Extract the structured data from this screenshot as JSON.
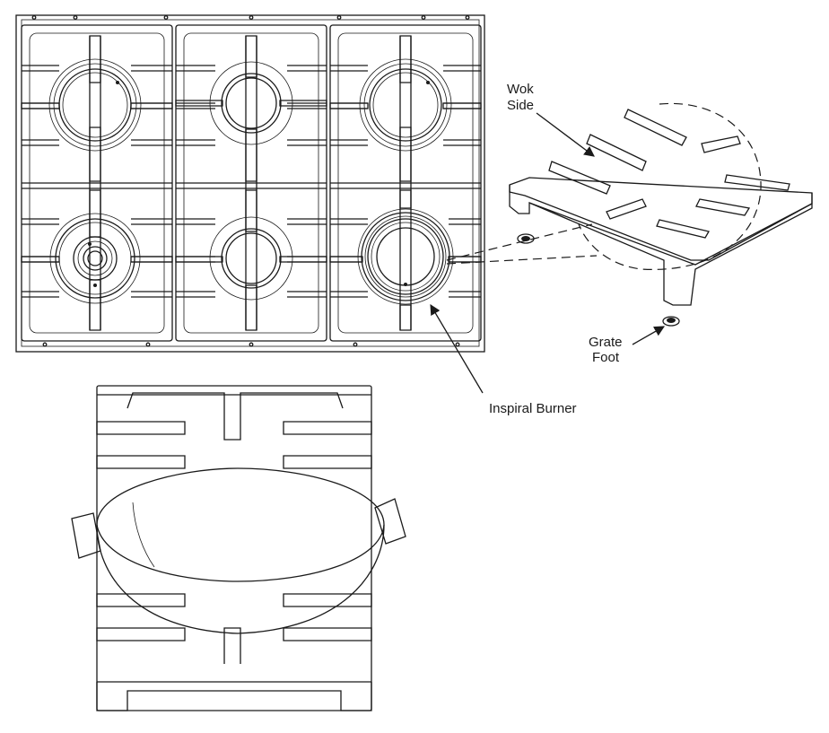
{
  "labels": {
    "wok_side_line1": "Wok",
    "wok_side_line2": "Side",
    "grate_foot_line1": "Grate",
    "grate_foot_line2": "Foot",
    "inspiral_burner": "Inspiral Burner"
  },
  "colors": {
    "line": "#1a1a1a",
    "background": "#ffffff"
  },
  "cooktop": {
    "columns": 3,
    "rows": 2,
    "burner_types": [
      "standard",
      "standard",
      "standard",
      "central-cap",
      "standard",
      "inspiral"
    ]
  }
}
